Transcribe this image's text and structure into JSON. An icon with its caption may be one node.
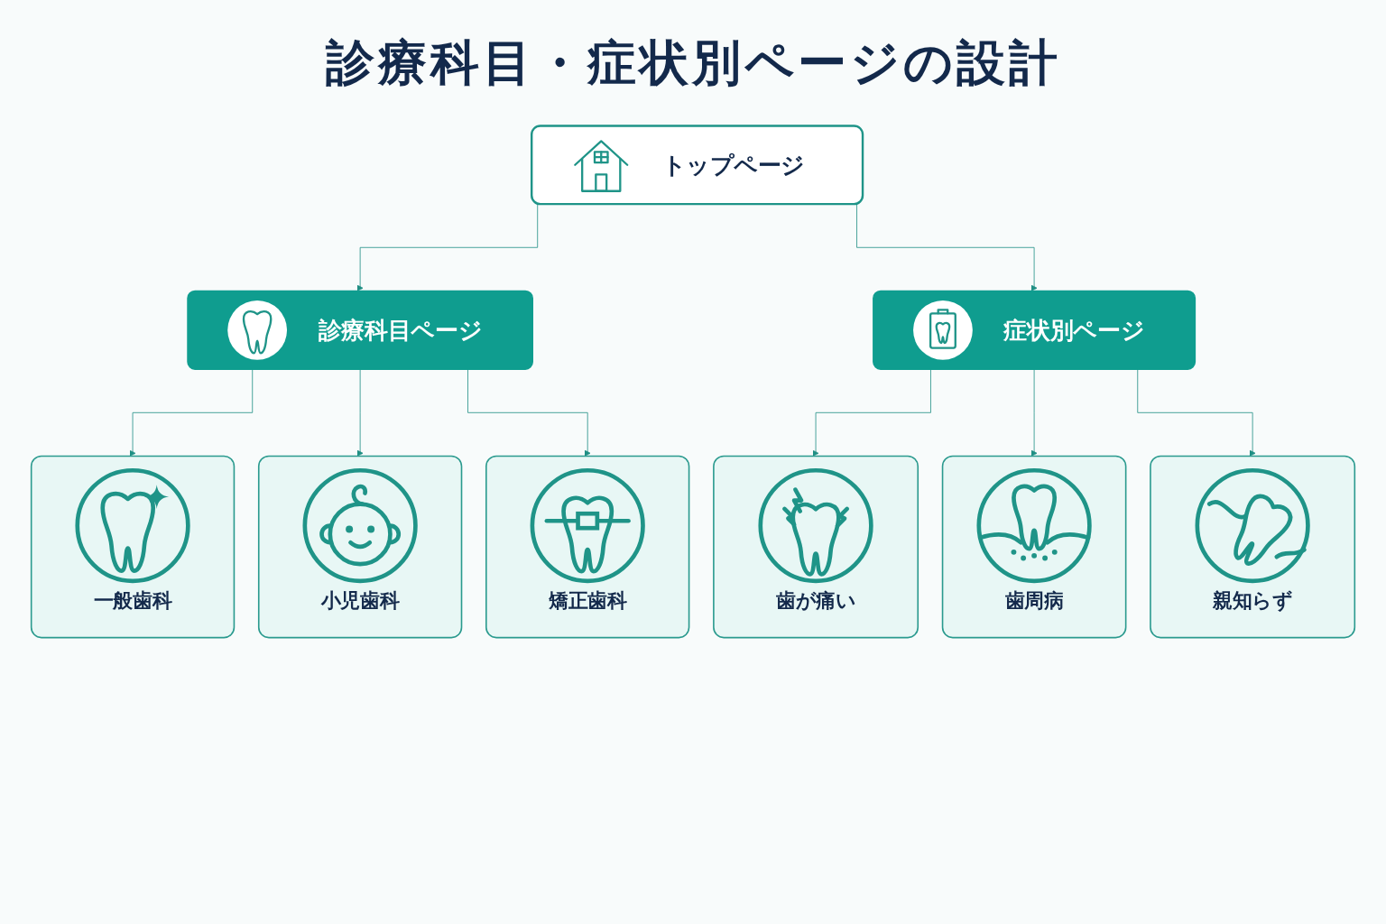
{
  "diagram": {
    "title": "診療科目・症状別ページの設計",
    "nodes": [
      {
        "text": [
          "トップページ"
        ]
      },
      {
        "text": [
          "診療科目ページ"
        ]
      },
      {
        "text": [
          "症状別ページ"
        ]
      },
      {
        "text": [
          "一般歯科"
        ]
      },
      {
        "text": [
          "小児歯科"
        ]
      },
      {
        "text": [
          "矯正歯科"
        ]
      },
      {
        "text": [
          "歯が痛い"
        ]
      },
      {
        "text": [
          "歯周病"
        ]
      },
      {
        "text": [
          "親知らず"
        ]
      }
    ],
    "edges": [
      {
        "from": 0,
        "to": 1,
        "arrow": "to"
      },
      {
        "from": 0,
        "to": 2,
        "arrow": "to"
      },
      {
        "from": 1,
        "to": 3,
        "arrow": "to"
      },
      {
        "from": 1,
        "to": 4,
        "arrow": "to"
      },
      {
        "from": 1,
        "to": 5,
        "arrow": "to"
      },
      {
        "from": 2,
        "to": 6,
        "arrow": "to"
      },
      {
        "from": 2,
        "to": 7,
        "arrow": "to"
      },
      {
        "from": 2,
        "to": 8,
        "arrow": "to"
      }
    ]
  }
}
